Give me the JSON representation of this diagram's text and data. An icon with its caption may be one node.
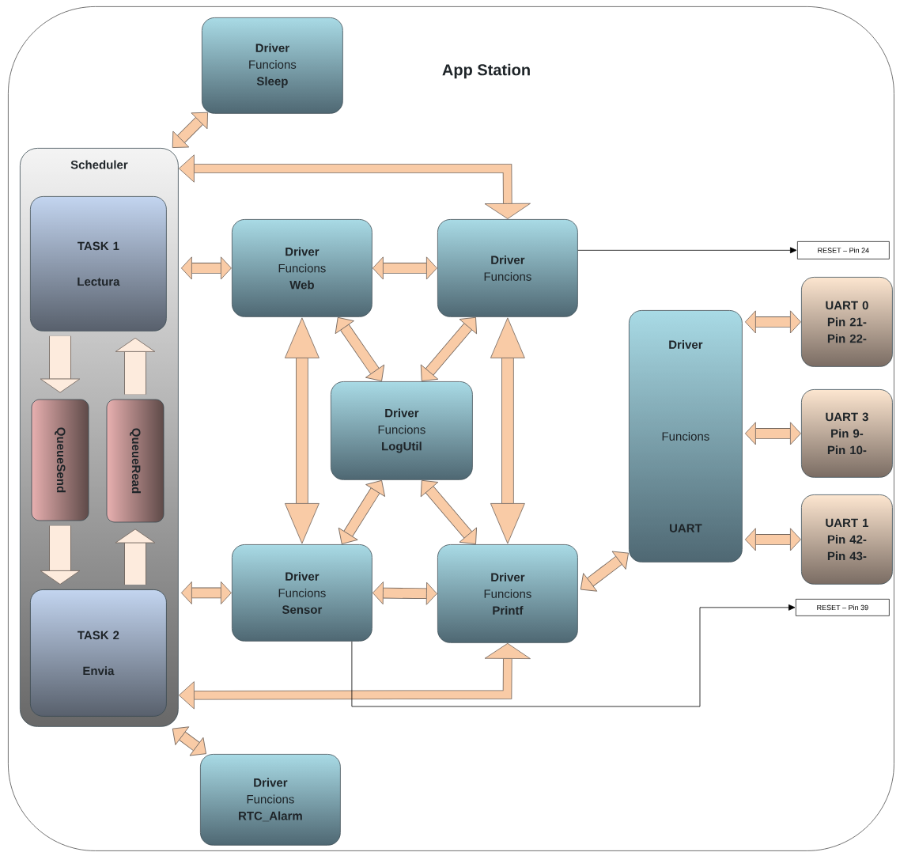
{
  "diagram": {
    "nodes": [
      {
        "text": [
          "App Station"
        ]
      },
      {
        "text": [
          "Driver",
          "Funcions",
          "Sleep"
        ],
        "in": 0
      },
      {
        "text": [
          "Scheduler"
        ],
        "in": 0
      },
      {
        "text": [
          "TASK 1",
          "Lectura"
        ],
        "in": 2
      },
      {
        "text": [
          "QueueSend"
        ],
        "in": 2
      },
      {
        "text": [
          "QueueRead"
        ],
        "in": 2
      },
      {
        "text": [
          "TASK 2",
          "Envia"
        ],
        "in": 2
      },
      {
        "text": [
          "Driver",
          "Funcions",
          "Web"
        ],
        "in": 0
      },
      {
        "text": [
          "Driver",
          "Funcions"
        ],
        "in": 0
      },
      {
        "text": [
          "Driver",
          "Funcions",
          "LogUtil"
        ],
        "in": 0
      },
      {
        "text": [
          "Driver",
          "Funcions",
          "Sensor"
        ],
        "in": 0
      },
      {
        "text": [
          "Driver",
          "Funcions",
          "Printf"
        ],
        "in": 0
      },
      {
        "text": [
          "Driver",
          "Funcions",
          "UART"
        ],
        "in": 0
      },
      {
        "text": [
          "UART 0",
          "Pin 21-",
          "Pin 22-"
        ],
        "in": 0
      },
      {
        "text": [
          "UART 3",
          "Pin 9-",
          "Pin 10-"
        ],
        "in": 0
      },
      {
        "text": [
          "UART 1",
          "Pin 42-",
          "Pin 43-"
        ],
        "in": 0
      },
      {
        "text": [
          "RESET – Pin 24"
        ],
        "in": 0
      },
      {
        "text": [
          "RESET – Pin 39"
        ],
        "in": 0
      },
      {
        "text": [
          "Driver",
          "Funcions",
          "RTC_Alarm"
        ],
        "in": 0
      }
    ],
    "edges": [
      {
        "from": 2,
        "to": 1,
        "arrow": "both"
      },
      {
        "from": 8,
        "to": 2,
        "arrow": "both"
      },
      {
        "from": 2,
        "to": 7,
        "arrow": "both"
      },
      {
        "from": 7,
        "to": 8,
        "arrow": "both"
      },
      {
        "from": 7,
        "to": 9,
        "arrow": "both"
      },
      {
        "from": 8,
        "to": 9,
        "arrow": "both"
      },
      {
        "from": 7,
        "to": 10,
        "arrow": "both"
      },
      {
        "from": 8,
        "to": 11,
        "arrow": "both"
      },
      {
        "from": 9,
        "to": 10,
        "arrow": "both"
      },
      {
        "from": 9,
        "to": 11,
        "arrow": "both"
      },
      {
        "from": 2,
        "to": 10,
        "arrow": "both"
      },
      {
        "from": 10,
        "to": 11,
        "arrow": "both"
      },
      {
        "from": 11,
        "to": 12,
        "arrow": "both"
      },
      {
        "from": 12,
        "to": 13,
        "arrow": "both"
      },
      {
        "from": 12,
        "to": 14,
        "arrow": "both"
      },
      {
        "from": 12,
        "to": 15,
        "arrow": "both"
      },
      {
        "from": 3,
        "to": 4,
        "arrow": "to",
        "style": "thick"
      },
      {
        "from": 5,
        "to": 3,
        "arrow": "to",
        "style": "thick"
      },
      {
        "from": 4,
        "to": 6,
        "arrow": "to",
        "style": "thick"
      },
      {
        "from": 6,
        "to": 5,
        "arrow": "to",
        "style": "thick"
      },
      {
        "from": 11,
        "to": 2,
        "arrow": "both"
      },
      {
        "from": 2,
        "to": 18,
        "arrow": "both"
      },
      {
        "from": 8,
        "to": 16,
        "arrow": "to",
        "color": "#000000"
      },
      {
        "from": 10,
        "to": 17,
        "arrow": "to",
        "color": "#000000"
      }
    ]
  }
}
